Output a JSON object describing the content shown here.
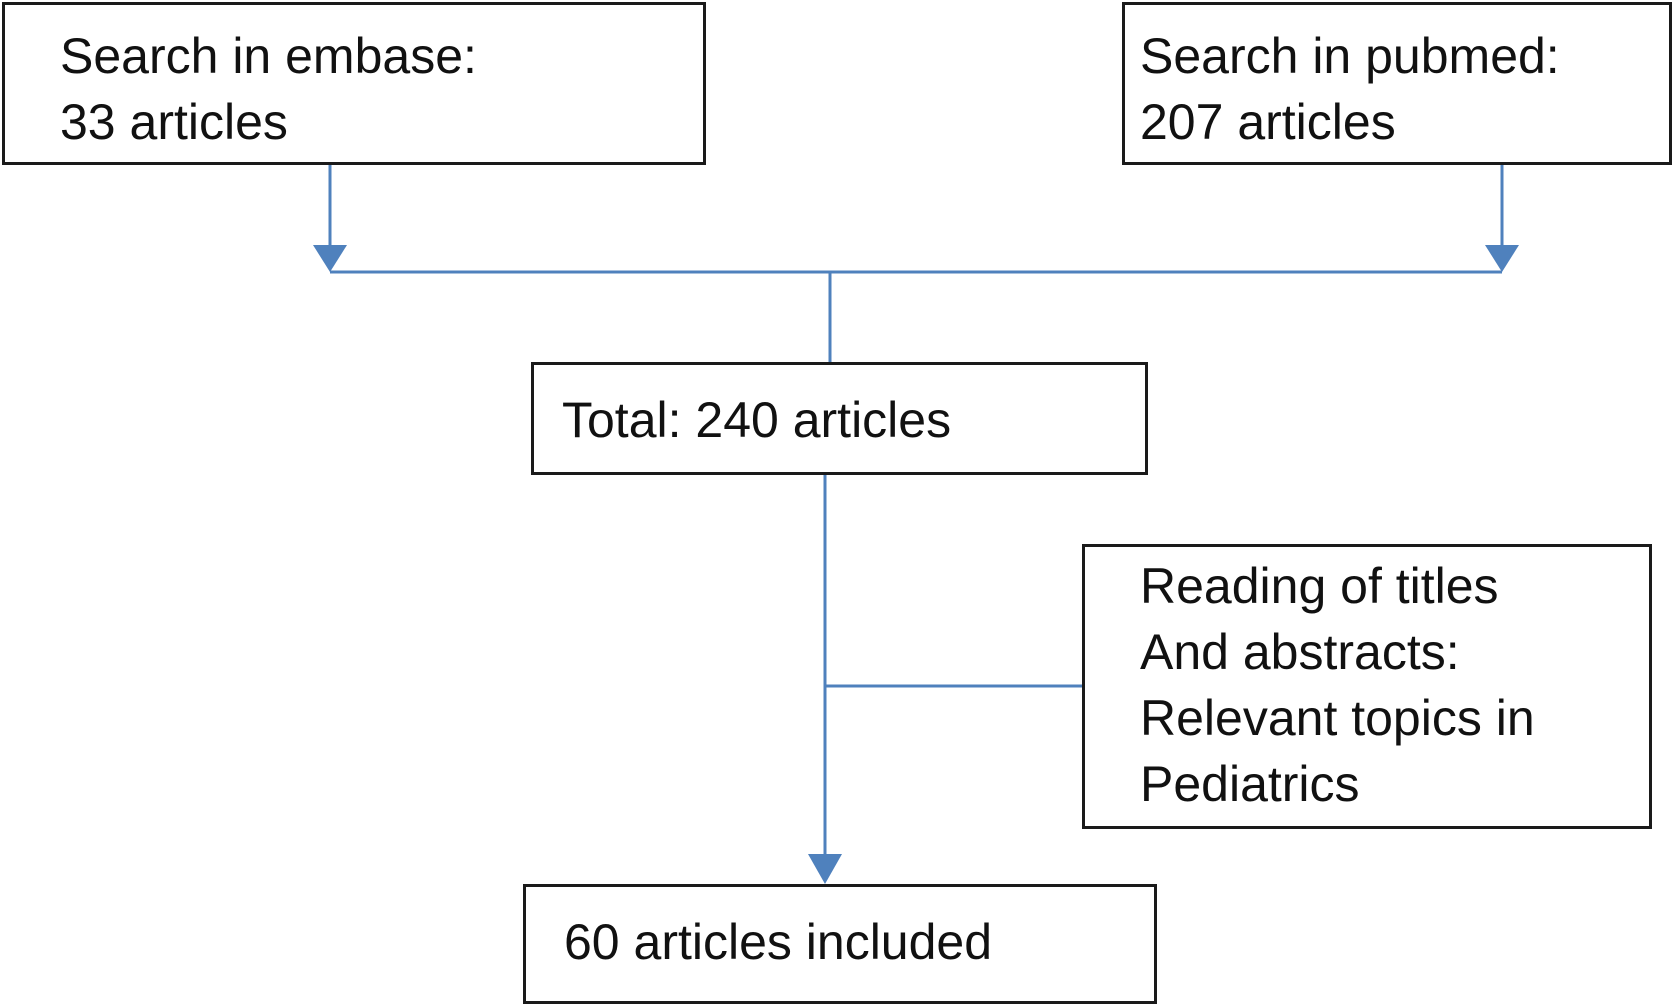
{
  "colors": {
    "connector": "#4f81bd",
    "box_border": "#1a1a1a",
    "text": "#111111"
  },
  "nodes": {
    "embase": {
      "line1": "Search in embase:",
      "line2": "33 articles"
    },
    "pubmed": {
      "line1": "Search in pubmed:",
      "line2": "207 articles"
    },
    "total": {
      "label": "Total: 240 articles"
    },
    "screening": {
      "line1": "Reading of titles",
      "line2": "And abstracts:",
      "line3": "Relevant topics in",
      "line4": "Pediatrics"
    },
    "included": {
      "label": "60 articles included"
    }
  }
}
